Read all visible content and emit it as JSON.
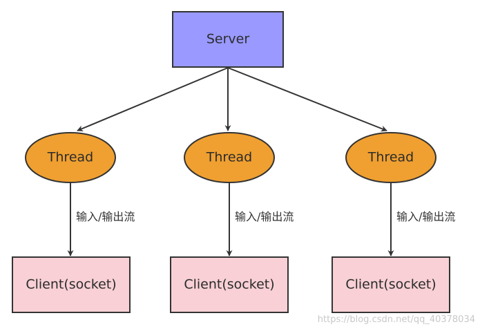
{
  "server": {
    "label": "Server",
    "fill": "#9999ff"
  },
  "threads": [
    {
      "label": "Thread"
    },
    {
      "label": "Thread"
    },
    {
      "label": "Thread"
    }
  ],
  "thread_fill": "#f0a030",
  "clients": [
    {
      "label": "Client(socket)"
    },
    {
      "label": "Client(socket)"
    },
    {
      "label": "Client(socket)"
    }
  ],
  "client_fill": "#f8d0d5",
  "edge_labels": [
    "输入/输出流",
    "输入/输出流",
    "输入/输出流"
  ],
  "watermark": "https://blog.csdn.net/qq_40378034"
}
